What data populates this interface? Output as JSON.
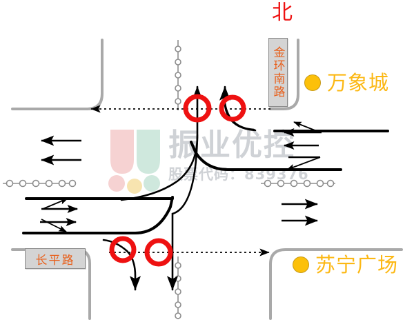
{
  "diagram": {
    "title_compass": "北",
    "kind": "intersection-channelization-diagram"
  },
  "compass": {
    "label": "北",
    "color": "#ee1111"
  },
  "road_labels": [
    {
      "id": "jinhuan-south-road",
      "text": "金环南路",
      "orientation": "vertical",
      "color": "#e8601c",
      "plate_bg": "#d4d4d4"
    },
    {
      "id": "changping-road",
      "text": "长平路",
      "orientation": "horizontal",
      "color": "#e8601c",
      "plate_bg": "#d4d4d4"
    }
  ],
  "poi": [
    {
      "id": "wanxiangcheng",
      "text": "万象城",
      "marker": "yellow-dot",
      "color": "#fcb814",
      "dot_color": "#fcc00a"
    },
    {
      "id": "suning-plaza",
      "text": "苏宁广场",
      "marker": "yellow-dot",
      "color": "#fcb814",
      "dot_color": "#fcc00a"
    }
  ],
  "watermark": {
    "brand": "振业优控",
    "stock_line": "股票代码：839376",
    "stock_code": "839376",
    "color": "#c9ccd1",
    "logo_colors": [
      "#f6d2d2",
      "#cfe8dd",
      "#f7e4b0"
    ]
  },
  "annotations": {
    "conflict_markers": [
      {
        "id": "conflict-north-left",
        "shape": "circle",
        "color": "#ee1111"
      },
      {
        "id": "conflict-north-right",
        "shape": "circle",
        "color": "#ee1111"
      },
      {
        "id": "conflict-south-left",
        "shape": "circle",
        "color": "#ee1111"
      },
      {
        "id": "conflict-south-right",
        "shape": "circle",
        "color": "#ee1111"
      }
    ],
    "crosswalks": [
      {
        "id": "crosswalk-north",
        "style": "dotted",
        "arrow_direction": "left"
      },
      {
        "id": "crosswalk-south",
        "style": "dotted",
        "arrow_direction": "right"
      }
    ],
    "medians": [
      {
        "id": "median-north",
        "style": "chain-of-circles",
        "orientation": "vertical"
      },
      {
        "id": "median-west",
        "style": "chain-of-circles",
        "orientation": "horizontal"
      },
      {
        "id": "median-east",
        "style": "chain-of-circles",
        "orientation": "horizontal"
      },
      {
        "id": "median-south",
        "style": "chain-of-circles",
        "orientation": "vertical"
      }
    ],
    "movement_arrows": [
      {
        "id": "north-through-west",
        "direction": "up",
        "type": "through"
      },
      {
        "id": "north-through-east",
        "direction": "up",
        "type": "through-from-right-turn"
      },
      {
        "id": "west-through-1",
        "direction": "left",
        "type": "through"
      },
      {
        "id": "west-through-2",
        "direction": "left",
        "type": "through"
      },
      {
        "id": "west-right-through",
        "direction": "right+up",
        "type": "through-and-left"
      },
      {
        "id": "west-right-down",
        "direction": "right+down",
        "type": "through-and-right"
      },
      {
        "id": "east-left-up",
        "direction": "left+up",
        "type": "through-and-left"
      },
      {
        "id": "east-through",
        "direction": "left",
        "type": "through"
      },
      {
        "id": "east-left-down",
        "direction": "left+down",
        "type": "through-and-right"
      },
      {
        "id": "south-out-1",
        "direction": "right",
        "type": "exit"
      },
      {
        "id": "south-out-2",
        "direction": "right",
        "type": "exit"
      },
      {
        "id": "south-through-left",
        "direction": "down",
        "type": "exit-curved"
      },
      {
        "id": "south-through",
        "direction": "down",
        "type": "exit"
      }
    ]
  }
}
